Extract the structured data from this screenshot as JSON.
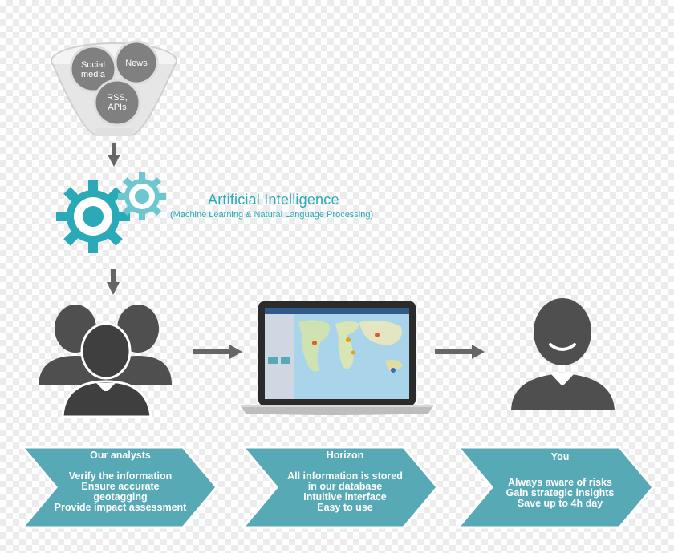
{
  "funnel": {
    "sources": [
      {
        "label": "Social media"
      },
      {
        "label": "News"
      },
      {
        "label": "RSS, APIs"
      }
    ]
  },
  "ai": {
    "title": "Artificial Intelligence",
    "subtitle": "(Machine Learning & Natural Language Processing)"
  },
  "steps": [
    {
      "title": "Our analysts",
      "lines": [
        "Verify the information",
        "Ensure accurate",
        "geotagging",
        "Provide impact assessment"
      ]
    },
    {
      "title": "Horizon",
      "lines": [
        "All information is stored",
        "in our database",
        "Intuitive interface",
        "Easy to use"
      ]
    },
    {
      "title": "You",
      "lines": [
        "Always aware of risks",
        "Gain strategic insights",
        "Save up to 4h day"
      ]
    }
  ],
  "colors": {
    "teal": "#58a9b6",
    "gear": "#2aa9b6",
    "gray": "#555555",
    "bubble": "#808080",
    "arrow": "#666666"
  },
  "icons": [
    "funnel-icon",
    "gears-icon",
    "analysts-group-icon",
    "laptop-icon",
    "user-icon"
  ]
}
